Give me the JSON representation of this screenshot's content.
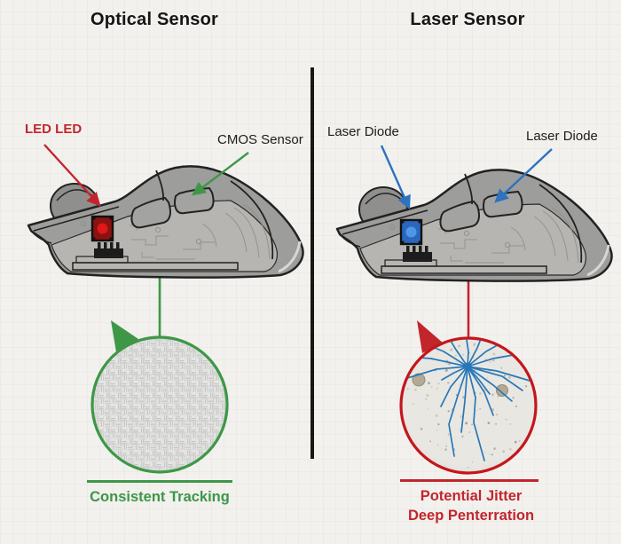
{
  "optical": {
    "title": "Optical Sensor",
    "led_label": "LED LED",
    "cmos_label": "CMOS Sensor",
    "caption": "Consistent Tracking"
  },
  "laser": {
    "title": "Laser Sensor",
    "diode_label_left": "Laser Diode",
    "diode_label_right": "Laser Diode",
    "caption_line1": "Potential Jitter",
    "caption_line2": "Deep Penterration"
  },
  "theme": {
    "green": "#3d9747",
    "red": "#c2262c",
    "blue": "#2e72c0",
    "sensor_red_dark": "#8a1210",
    "sensor_red_bright": "#e01818",
    "sensor_blue_dark": "#2a67bd",
    "sensor_blue_bright": "#4f97e6",
    "mouse_body": "#9d9d9b",
    "mouse_cavity": "#b7b5b1",
    "divider": "#161616",
    "background": "#f2f1ee"
  }
}
